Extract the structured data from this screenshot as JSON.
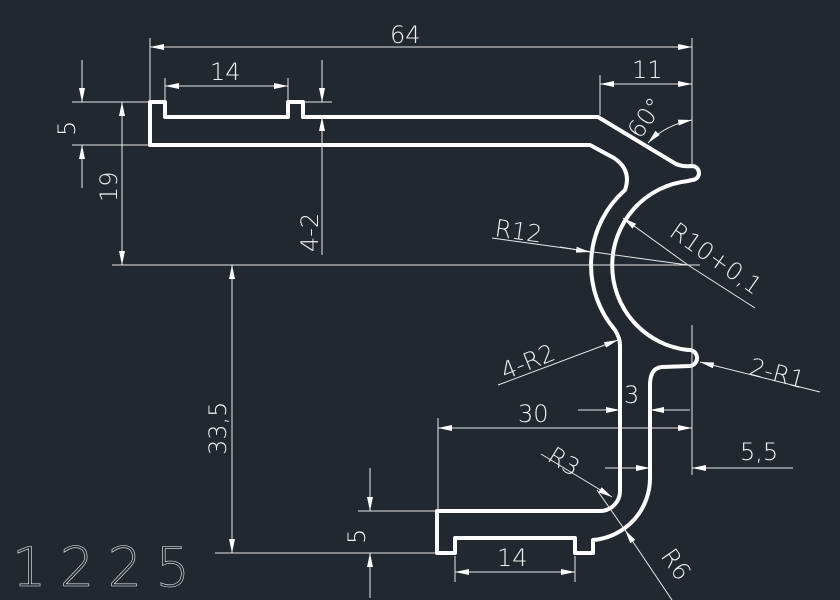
{
  "drawing": {
    "part_number": "1225",
    "dimensions": {
      "overall_width": "64",
      "top_slot_width": "14",
      "right_offset": "11",
      "angle": "60°",
      "top_height": "5",
      "height_19": "19",
      "slot_depth": "4-2",
      "radius_outer": "R12",
      "radius_inner": "R10+0,1",
      "corner_radius_r2": "4-R2",
      "tip_radius": "2-R1",
      "wall_thickness": "3",
      "bottom_width": "30",
      "offset_5_5": "5,5",
      "radius_r3": "R3",
      "radius_r6": "R6",
      "height_33_5": "33,5",
      "bottom_height": "5",
      "bottom_slot_width": "14"
    },
    "colors": {
      "background": "#212830",
      "lines": "#ffffff"
    }
  }
}
